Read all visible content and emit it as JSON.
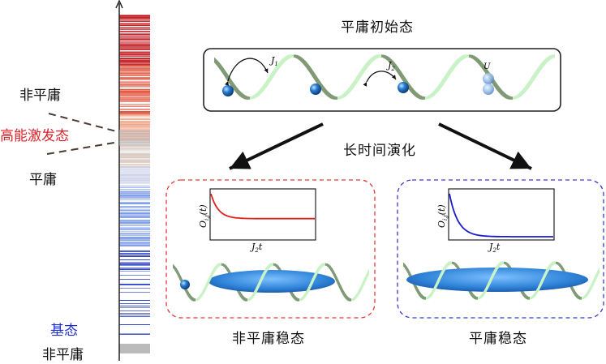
{
  "left_labels": {
    "nonthermal_top": "非平庸",
    "excited": "高能激发态",
    "thermal": "平庸",
    "ground": "基态",
    "nonthermal_bottom": "非平庸"
  },
  "initial_title": "平庸初始态",
  "evolution_label": "长时间演化",
  "hop_labels": {
    "j1": "J",
    "j1_sub": "1",
    "j2": "J",
    "j2_sub": "2",
    "u": "U"
  },
  "panels": [
    {
      "caption": "非平庸稳态",
      "border_color": "#e03a3a",
      "curve_color": "#e0201e",
      "ylabel": "O",
      "ylabel_sub": "i,j",
      "ylabel_arg": "(t)",
      "xlabel": "J",
      "xlabel_sub": "2",
      "xlabel_arg": "t"
    },
    {
      "caption": "平庸稳态",
      "border_color": "#3a3ad0",
      "curve_color": "#1a1acf",
      "ylabel": "O",
      "ylabel_sub": "i,j",
      "ylabel_arg": "(t)",
      "xlabel": "J",
      "xlabel_sub": "2",
      "xlabel_arg": "t"
    }
  ],
  "colors": {
    "helix": "#c9f2c6",
    "helix_edge": "#6f8f63",
    "ball": "#2a7bd0",
    "cloud": "#3d8fe0",
    "arrow": "#111111",
    "dash": "#4a3a30"
  }
}
